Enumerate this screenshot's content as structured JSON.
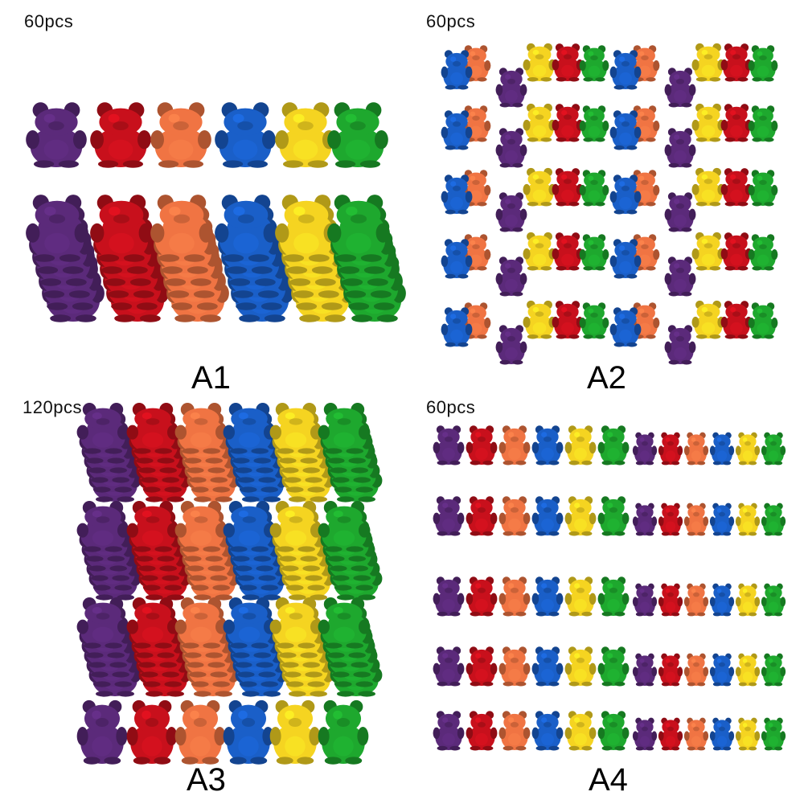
{
  "colors": {
    "purple": "#5b2a7a",
    "red": "#c8101c",
    "orange": "#f07443",
    "blue": "#1a5fc8",
    "yellow": "#f5d421",
    "green": "#1ea82e"
  },
  "panels": {
    "a1": {
      "count": "60pcs",
      "label": "A1"
    },
    "a2": {
      "count": "60pcs",
      "label": "A2"
    },
    "a3": {
      "count": "120pcs",
      "label": "A3"
    },
    "a4": {
      "count": "60pcs",
      "label": "A4"
    }
  }
}
